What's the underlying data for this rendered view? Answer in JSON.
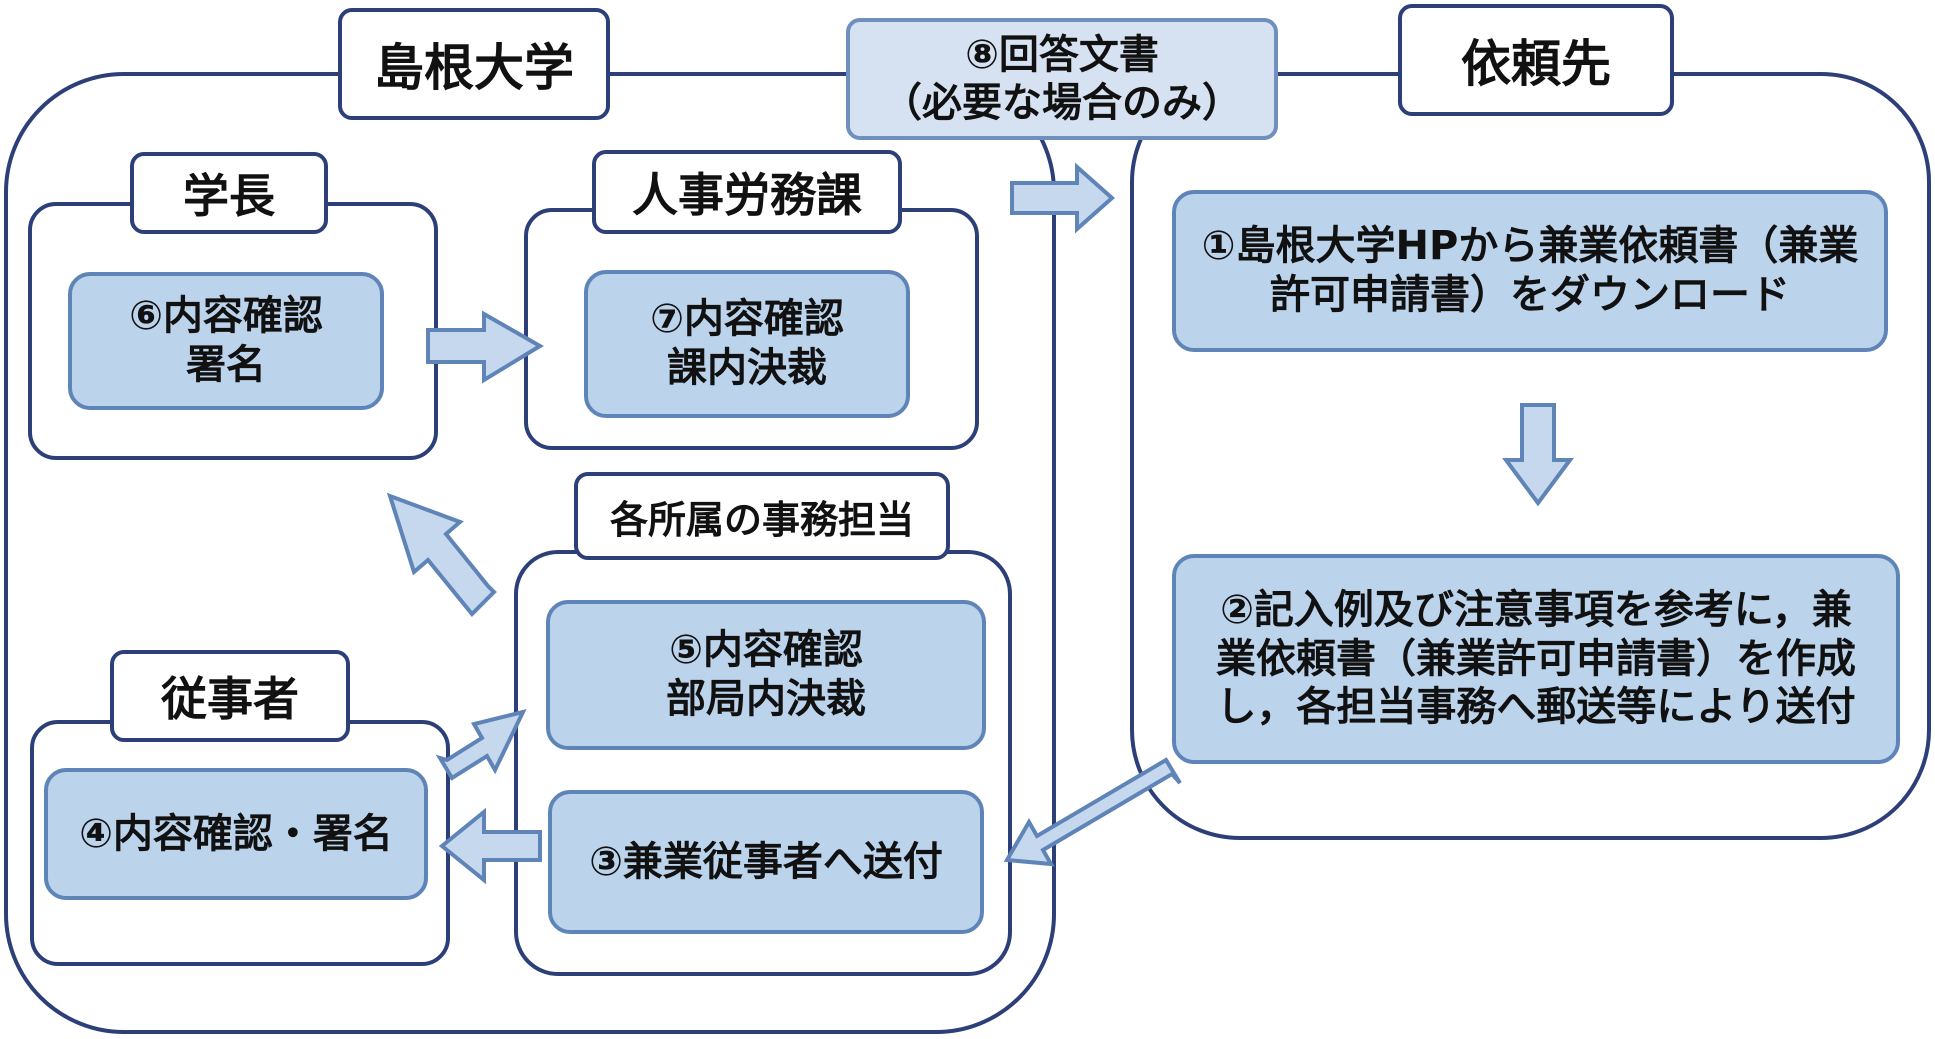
{
  "groups": {
    "university": "島根大学",
    "requester": "依頼先",
    "president": "学長",
    "hr": "人事労務課",
    "office": "各所属の事務担当",
    "worker": "従事者"
  },
  "steps": {
    "s1": "①島根大学HPから兼業依頼書（兼業\n許可申請書）をダウンロード",
    "s2": "②記入例及び注意事項を参考に，兼\n業依頼書（兼業許可申請書）を作成\nし，各担当事務へ郵送等により送付",
    "s3": "③兼業従事者へ送付",
    "s4": "④内容確認・署名",
    "s5": "⑤内容確認\n部局内決裁",
    "s6": "⑥内容確認\n署名",
    "s7": "⑦内容確認\n課内決裁",
    "s8": "⑧回答文書\n（必要な場合のみ）"
  },
  "colors": {
    "frame_border": "#2c3f78",
    "step_fill": "#bcd3ec",
    "step_border": "#5f84b8",
    "answer_fill": "#d6e2f2",
    "arrow_fill": "#c5d8ee",
    "arrow_stroke": "#5f84b8"
  }
}
